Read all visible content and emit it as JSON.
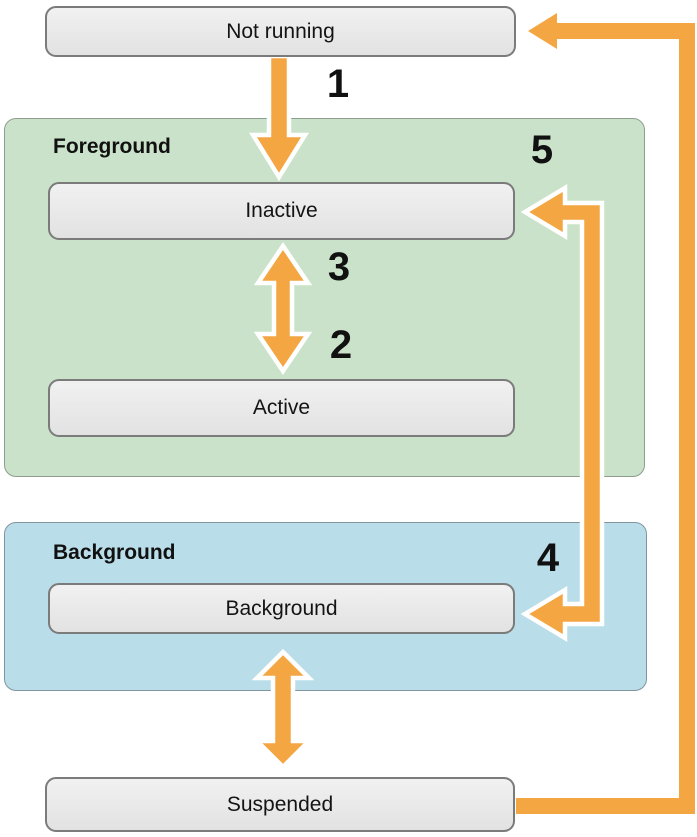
{
  "diagram": {
    "type": "state-diagram",
    "subject": "app lifecycle states",
    "states": {
      "not_running": {
        "label": "Not running"
      },
      "inactive": {
        "label": "Inactive"
      },
      "active": {
        "label": "Active"
      },
      "background": {
        "label": "Background"
      },
      "suspended": {
        "label": "Suspended"
      }
    },
    "groups": {
      "foreground": {
        "label": "Foreground"
      },
      "background": {
        "label": "Background"
      }
    },
    "transitions": {
      "t1": {
        "label": "1",
        "from": "Not running",
        "to": "Inactive"
      },
      "t2": {
        "label": "2",
        "from": "Inactive",
        "to": "Active"
      },
      "t3": {
        "label": "3",
        "from": "Active",
        "to": "Inactive"
      },
      "t4": {
        "label": "4",
        "from": "Inactive",
        "to": "Background"
      },
      "t5": {
        "label": "5",
        "from": "Background",
        "to": "Inactive"
      },
      "background_suspended": {
        "label": "",
        "from": "Background",
        "to": "Suspended",
        "bidirectional": true
      },
      "suspended_loop": {
        "label": "",
        "from": "Suspended",
        "to": "Not running"
      }
    },
    "colors": {
      "arrow_orange": "#F3A642",
      "arrow_outline": "#FFFFFF",
      "foreground_group_fill": "#C9E2C9",
      "background_group_fill": "#B9DDE9",
      "state_fill": "#E9E9E9",
      "state_border": "#7B7B7B"
    }
  }
}
